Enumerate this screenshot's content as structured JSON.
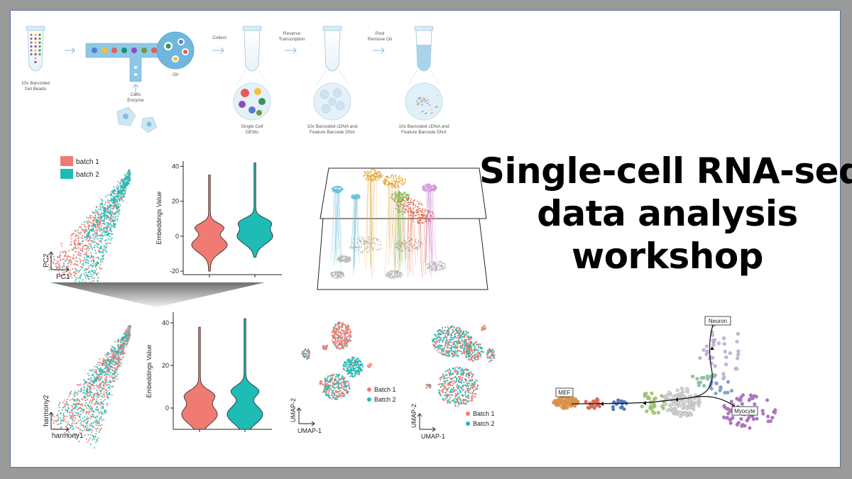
{
  "title": {
    "line1": "Single-cell RNA-seq",
    "line2": "data analysis",
    "line3": "workshop"
  },
  "workflow": {
    "beads_label_1": "10x Barcoded",
    "beads_label_2": "Gel Beads",
    "oil_label": "Oil",
    "cells_label_1": "Cells",
    "cells_label_2": "Enzyme",
    "collect_label": "Collect",
    "rt_label_1": "Reverse",
    "rt_label_2": "Transcription",
    "pool_label_1": "Pool",
    "pool_label_2": "Remove Oil",
    "gems_label_1": "Single Cell",
    "gems_label_2": "GEMs",
    "cdna_label_1": "10x Barcoded cDNA and",
    "cdna_label_2": "Feature Barcode DNA",
    "cdna2_label_1": "10x Barcoded cDNA and",
    "cdna2_label_2": "Feature Barcode DNA"
  },
  "batch_legend": {
    "batch1": "batch 1",
    "batch2": "batch 2"
  },
  "pca": {
    "xlabel": "PC1",
    "ylabel": "PC2"
  },
  "harmony": {
    "xlabel": "harmony1",
    "ylabel": "harmony2"
  },
  "violin_top": {
    "ylabel": "Embeddings Value",
    "ticks": [
      "-20",
      "0",
      "20",
      "40"
    ]
  },
  "violin_bottom": {
    "ylabel": "Embeddings Value",
    "ticks": [
      "0",
      "20",
      "40"
    ]
  },
  "umap_left": {
    "xlabel": "UMAP-1",
    "ylabel": "UMAP-2",
    "legend1": "Batch 1",
    "legend2": "Batch 2"
  },
  "umap_right": {
    "xlabel": "UMAP-1",
    "ylabel": "UMAP-2",
    "legend1": "Batch 1",
    "legend2": "Batch 2"
  },
  "trajectory": {
    "mef": "MEF",
    "neuron": "Neuron",
    "myocyte": "Myocyte"
  },
  "colors": {
    "batch1": "#f07b72",
    "batch2": "#1fbcb6",
    "arrow": "#7aaed0",
    "cell": "#cfe6f2"
  },
  "chart_data": [
    {
      "type": "violin",
      "ylabel": "Embeddings Value",
      "ylim": [
        -22,
        43
      ],
      "series": [
        {
          "name": "batch 1",
          "center_mode": -5,
          "upper_mode": 5,
          "min": -20,
          "max": 35
        },
        {
          "name": "batch 2",
          "center_mode": 0,
          "upper_mode": 8,
          "min": -12,
          "max": 42
        }
      ]
    },
    {
      "type": "violin",
      "ylabel": "Embeddings Value",
      "ylim": [
        -10,
        45
      ],
      "series": [
        {
          "name": "batch 1",
          "center_mode": -3,
          "upper_mode": 6,
          "min": -10,
          "max": 38
        },
        {
          "name": "batch 2",
          "center_mode": -3,
          "upper_mode": 8,
          "min": -10,
          "max": 42
        }
      ]
    }
  ]
}
